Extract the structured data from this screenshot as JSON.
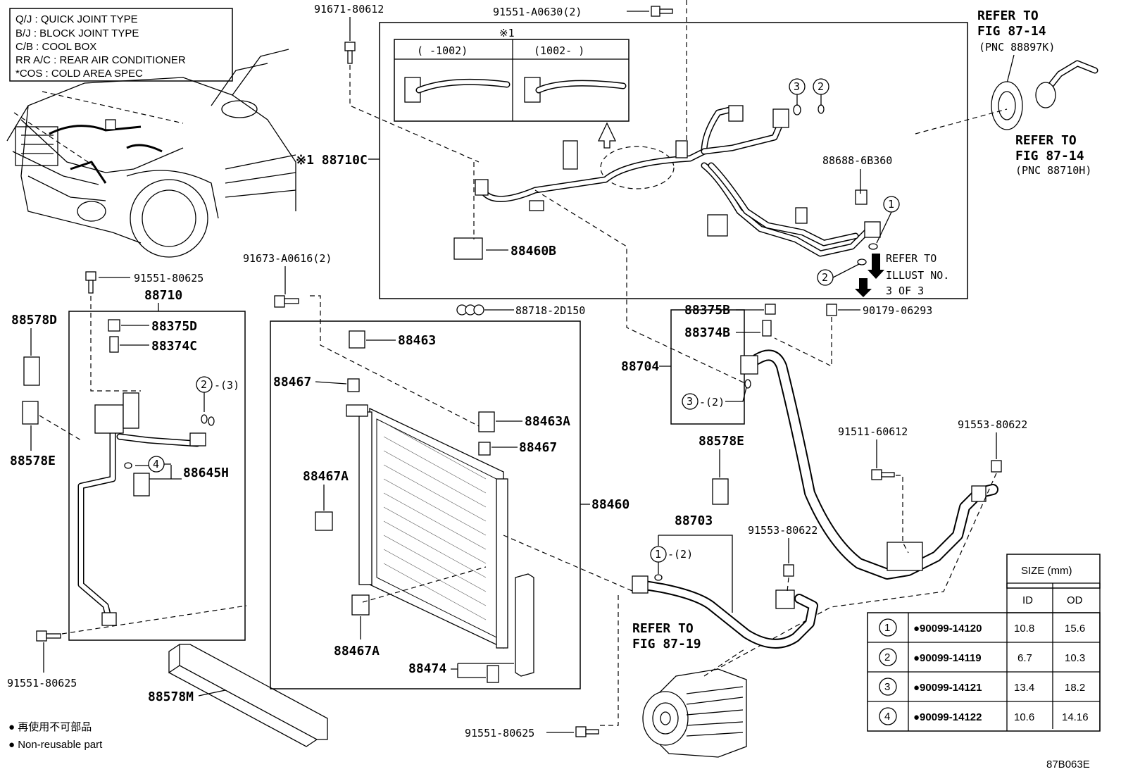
{
  "legend": {
    "lines": [
      "Q/J  :  QUICK JOINT TYPE",
      "B/J  :  BLOCK JOINT TYPE",
      "C/B  :  COOL BOX",
      "RR A/C  :  REAR AIR CONDITIONER",
      "*COS  :  COLD AREA SPEC"
    ]
  },
  "labels": {
    "p91671_80612": "91671-80612",
    "p91551_A0630": "91551-A0630(2)",
    "note1_mark": "※1",
    "date_before": "(    -1002)",
    "date_after": "(1002-      )",
    "p88710C": "※1 88710C",
    "p88460B": "88460B",
    "p88688": "88688-6B360",
    "refer_8714a_1": "REFER TO",
    "refer_8714a_2": "FIG 87-14",
    "refer_8714a_3": "(PNC 88897K)",
    "refer_8714b_1": "REFER TO",
    "refer_8714b_2": "FIG 87-14",
    "refer_8714b_3": "(PNC 88710H)",
    "refer_illust_1": "REFER TO",
    "refer_illust_2": "ILLUST NO.",
    "refer_illust_3": "3 OF 3",
    "p91551_80625_a": "91551-80625",
    "p88710": "88710",
    "p91673": "91673-A0616(2)",
    "p88718": "88718-2D150",
    "p88375B": "88375B",
    "p88374B": "88374B",
    "p90179": "90179-06293",
    "p88578D": "88578D",
    "p88375D": "88375D",
    "p88374C": "88374C",
    "oring2_3": "-(3)",
    "p88578E_a": "88578E",
    "p88645H": "88645H",
    "p88463": "88463",
    "p88467_a": "88467",
    "p88463A": "88463A",
    "p88467_b": "88467",
    "p88467A_a": "88467A",
    "p88460": "88460",
    "p88467A_b": "88467A",
    "p88474": "88474",
    "p88704": "88704",
    "oring3_2": "-(2)",
    "p88578E_b": "88578E",
    "p91511": "91511-60612",
    "p91553_a": "91553-80622",
    "p88703": "88703",
    "oring1_2": "-(2)",
    "p91553_b": "91553-80622",
    "refer_8719_1": "REFER TO",
    "refer_8719_2": "FIG 87-19",
    "p91551_80625_b": "91551-80625",
    "p88578M": "88578M",
    "p91551_80625_c": "91551-80625",
    "nonreusable_jp": "● 再使用不可部品",
    "nonreusable_en": "● Non-reusable part",
    "figure_code": "87B063E"
  },
  "size_table": {
    "header_size": "SIZE (mm)",
    "header_id": "ID",
    "header_od": "OD",
    "rows": [
      {
        "no": "1",
        "part": "●90099-14120",
        "id": "10.8",
        "od": "15.6"
      },
      {
        "no": "2",
        "part": "●90099-14119",
        "id": "6.7",
        "od": "10.3"
      },
      {
        "no": "3",
        "part": "●90099-14121",
        "id": "13.4",
        "od": "18.2"
      },
      {
        "no": "4",
        "part": "●90099-14122",
        "id": "10.6",
        "od": "14.16"
      }
    ]
  }
}
